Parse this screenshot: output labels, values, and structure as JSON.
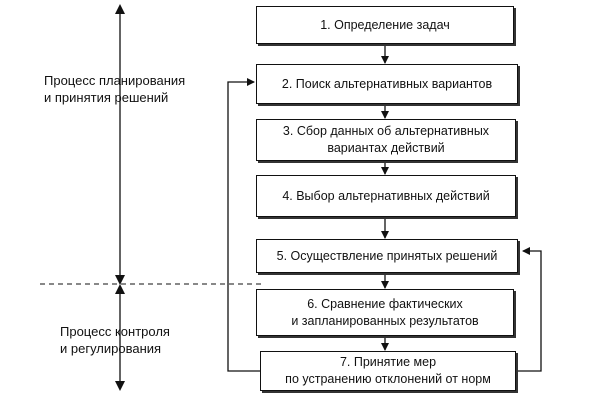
{
  "side_labels": {
    "planning": {
      "line1": "Процесс планирования",
      "line2": "и принятия решений"
    },
    "control": {
      "line1": "Процесс контроля",
      "line2": "и регулирования"
    }
  },
  "steps": [
    {
      "line1": "1. Определение задач",
      "line2": ""
    },
    {
      "line1": "2. Поиск альтернативных вариантов",
      "line2": ""
    },
    {
      "line1": "3. Сбор данных об альтернативных",
      "line2": "вариантах действий"
    },
    {
      "line1": "4. Выбор альтернативных действий",
      "line2": ""
    },
    {
      "line1": "5. Осуществление принятых решений",
      "line2": ""
    },
    {
      "line1": "6. Сравнение фактических",
      "line2": "и запланированных результатов"
    },
    {
      "line1": "7. Принятие мер",
      "line2": "по устранению отклонений от норм"
    }
  ]
}
